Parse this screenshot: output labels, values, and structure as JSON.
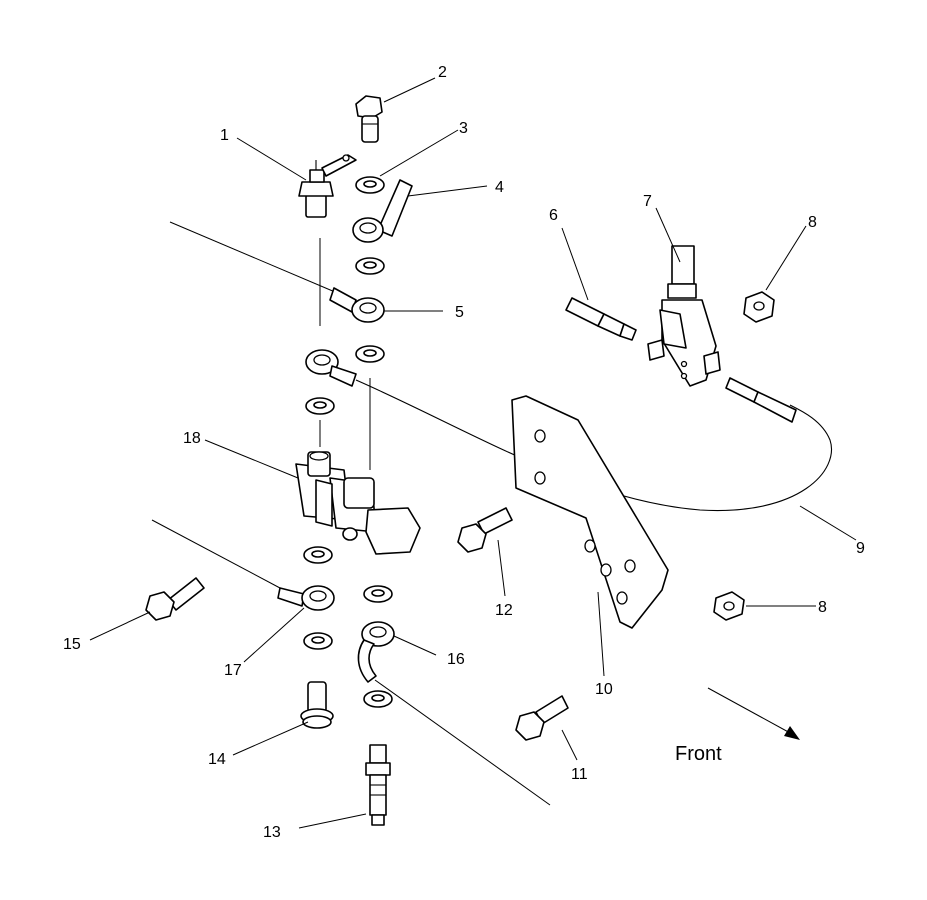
{
  "callouts": [
    {
      "id": "c1",
      "label": "1"
    },
    {
      "id": "c2",
      "label": "2"
    },
    {
      "id": "c3",
      "label": "3"
    },
    {
      "id": "c4",
      "label": "4"
    },
    {
      "id": "c5",
      "label": "5"
    },
    {
      "id": "c6",
      "label": "6"
    },
    {
      "id": "c7",
      "label": "7"
    },
    {
      "id": "c8a",
      "label": "8"
    },
    {
      "id": "c8b",
      "label": "8"
    },
    {
      "id": "c9",
      "label": "9"
    },
    {
      "id": "c10",
      "label": "10"
    },
    {
      "id": "c11",
      "label": "11"
    },
    {
      "id": "c12",
      "label": "12"
    },
    {
      "id": "c13",
      "label": "13"
    },
    {
      "id": "c14",
      "label": "14"
    },
    {
      "id": "c15",
      "label": "15"
    },
    {
      "id": "c16",
      "label": "16"
    },
    {
      "id": "c17",
      "label": "17"
    },
    {
      "id": "c18",
      "label": "18"
    }
  ],
  "direction": {
    "label": "Front"
  }
}
